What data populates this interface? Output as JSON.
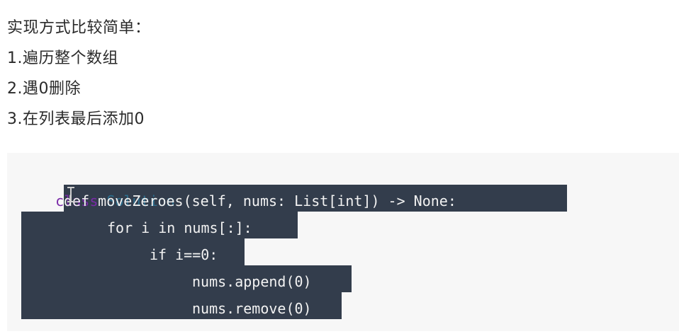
{
  "prose": {
    "intro": "实现方式比较简单：",
    "steps": [
      "1.遍历整个数组",
      "2.遇0删除",
      "3.在列表最后添加0"
    ]
  },
  "code": {
    "language": "python",
    "line1": {
      "keyword": "class",
      "name": "Solution",
      "punct": ":"
    },
    "lines": [
      "def moveZeroes(self, nums: List[int]) -> None:",
      "for i in nums[:]:",
      "if i==0:",
      "nums.append(0)",
      "nums.remove(0)"
    ],
    "indent_levels": [
      1,
      2,
      3,
      4,
      4
    ]
  },
  "colors": {
    "background": "#ffffff",
    "code_background": "#f7f7f7",
    "selection": "#333d4c",
    "keyword": "#7a2aa8",
    "class_name": "#2d6e8e"
  }
}
